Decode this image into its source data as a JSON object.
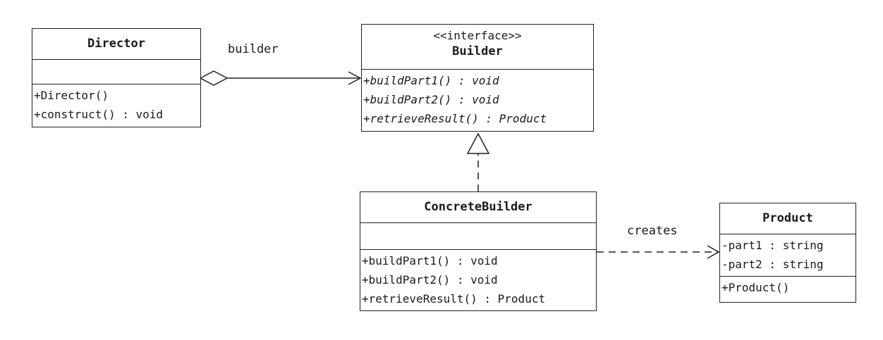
{
  "classes": {
    "director": {
      "name": "Director",
      "operations": [
        "+Director()",
        "+construct() : void"
      ]
    },
    "builder": {
      "stereotype": "<<interface>>",
      "name": "Builder",
      "operations": [
        "+buildPart1() : void",
        "+buildPart2() : void",
        "+retrieveResult() : Product"
      ]
    },
    "concrete_builder": {
      "name": "ConcreteBuilder",
      "operations": [
        "+buildPart1() : void",
        "+buildPart2() : void",
        "+retrieveResult() : Product"
      ]
    },
    "product": {
      "name": "Product",
      "attributes": [
        "-part1 : string",
        "-part2 : string"
      ],
      "operations": [
        "+Product()"
      ]
    }
  },
  "relations": {
    "aggregation_label": "builder",
    "dependency_label": "creates"
  }
}
